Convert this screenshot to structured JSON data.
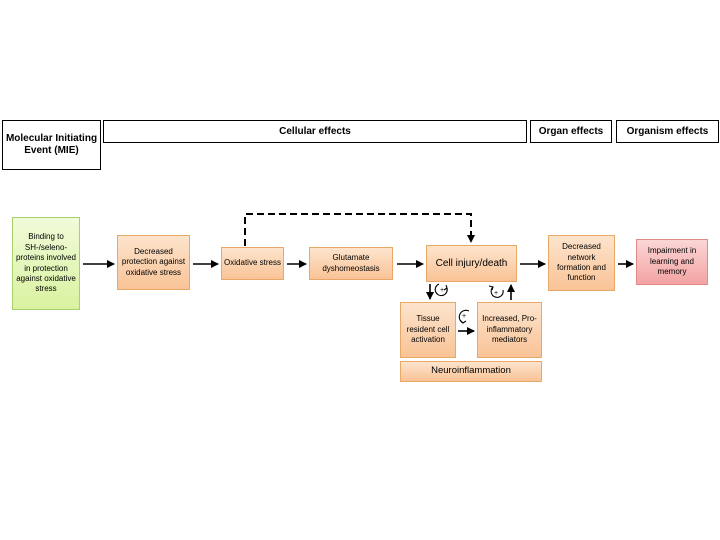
{
  "headers": {
    "mie": "Molecular Initiating Event (MIE)",
    "cellular": "Cellular effects",
    "organ": "Organ effects",
    "organism": "Organism effects"
  },
  "nodes": {
    "binding": "Binding to SH-/seleno-proteins involved in protection against oxidative stress",
    "decreased_protection": "Decreased protection against oxidative stress",
    "oxidative_stress": "Oxidative stress",
    "glutamate": "Glutamate dyshomeostasis",
    "cell_injury": "Cell injury/death",
    "tissue_resident": "Tissue resident cell activation",
    "proinflammatory": "Increased, Pro-inflammatory mediators",
    "neuroinflammation": "Neuroinflammation",
    "decreased_network": "Decreased network formation and function",
    "impairment": "Impairment in learning and memory"
  },
  "symbols": {
    "positive": "+"
  },
  "colors": {
    "mie_fill": "#d9f2a0",
    "key_event_fill": "#f9c396",
    "adverse_outcome_fill": "#f3a3a3",
    "arrow": "#000000"
  }
}
